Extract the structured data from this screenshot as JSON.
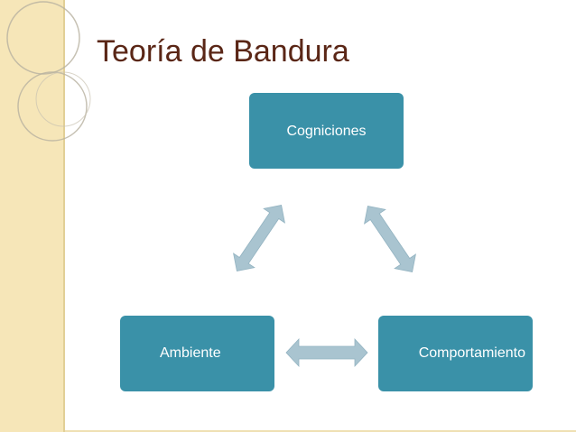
{
  "title": "Teoría de Bandura",
  "diagram": {
    "nodes": {
      "top": "Cogniciones",
      "left": "Ambiente",
      "right": "Comportamiento"
    }
  },
  "colors": {
    "node_fill": "#3a91a8",
    "arrow_fill": "#a9c4d0",
    "title": "#5a2616",
    "sidebar": "#f6e6b8"
  }
}
